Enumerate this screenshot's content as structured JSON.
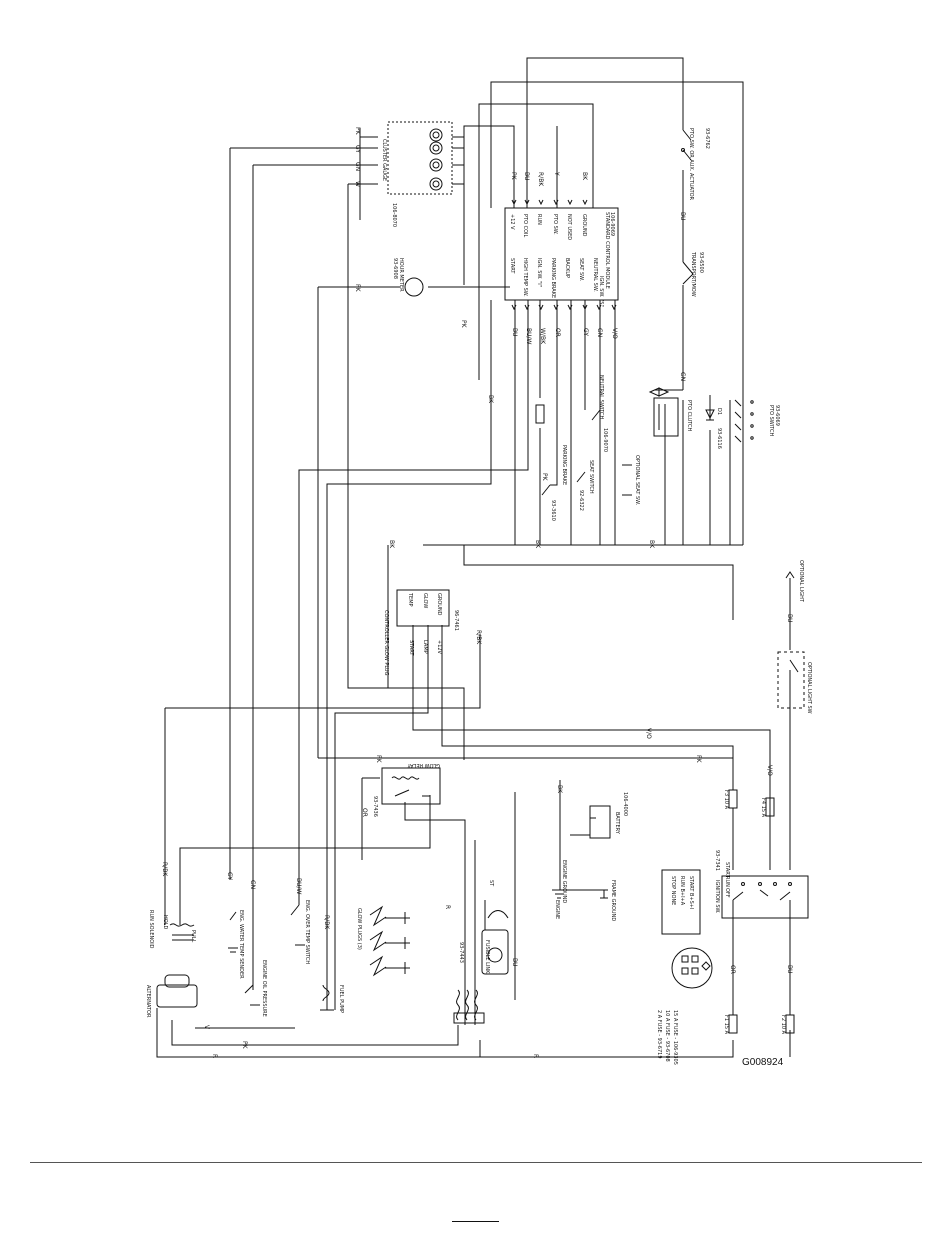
{
  "drawing": {
    "code": "G008924",
    "page_number": ""
  },
  "components": {
    "cluster_gauge": "CLUSTER GAUGE",
    "cluster_part": "106-8070",
    "hour_meter": "HOUR METER",
    "hour_meter_part": "93-6908",
    "control_module": "STANDARD CONTROL MODULE",
    "control_module_part": "106-9069",
    "module_pins_top": [
      "+12 V",
      "PTO COIL",
      "RUN",
      "PTO SW.",
      "NOT USED",
      "GROUND"
    ],
    "module_pins_bottom": [
      "START",
      "HIGH TEMP SW.",
      "IGN. SW. \"I\"",
      "PARKING BRAKE",
      "BACKUP",
      "SEAT SW.",
      "NEUTRAL SW.",
      "IGN. SW. \"S\""
    ],
    "pto_switch_upper": "PTO SW. OR AUX. ACTUATOR",
    "pto_upper_part": "93-6762",
    "transport_mow": "TRANSPORT/MOW",
    "transport_part": "93-6500",
    "pto_clutch": "PTO CLUTCH",
    "diode": "D1",
    "diode_part": "93-6116",
    "pto_switch": "PTO SWITCH",
    "pto_switch_part": "93-6069",
    "neutral_switch": "NEUTRAL SWITCH",
    "neutral_part": "106-9070",
    "parking_brake": "PARKING BRAKE",
    "parking_part": "93-3610",
    "seat_switch": "SEAT SWITCH",
    "seat_part": "92-6322",
    "optional_seat": "OPTIONAL SEAT SW.",
    "glow_controller": "CONTROLLER GLOW PLUG",
    "glow_part": "96-7461",
    "glow_pins": [
      "TEMP",
      "GLOW",
      "GROUND",
      "START",
      "LAMP",
      "+12V"
    ],
    "glow_relay": "GLOW RELAY",
    "glow_relay_part": "93-7436",
    "battery": "BATTERY",
    "battery_part": "106-4000",
    "engine_ground": "ENGINE GROUND",
    "engine": "ENGINE",
    "frame_ground": "FRAME GROUND",
    "fuse_upper_a": "F3 10 A",
    "fuse_upper_b": "F4 15 A",
    "fuse_lower_a": "F1 15 A",
    "fuse_lower_b": "F2 10 A",
    "fuse_legend": [
      "2 A FUSE - 93-6719",
      "10 A FUSE - 93-6708",
      "15 A FUSE - 106-9305"
    ],
    "ignition_switch": "IGNITION SW.",
    "ignition_part": "93-7341",
    "ignition_positions": [
      "OFF",
      "RUN",
      "START"
    ],
    "ignition_table": [
      "STOP NONE",
      "RUN B+I+A",
      "START B+S+I"
    ],
    "optional_light_sw": "OPTIONAL LIGHT SW",
    "optional_light": "OPTIONAL LIGHT",
    "fusible_link": "FUSIBLE LINK",
    "fusible_part": "93-7443",
    "starter_label": "ST",
    "run_solenoid": "RUN SOLENOID",
    "run_solenoid_sub": [
      "HOLD",
      "PULL"
    ],
    "alternator": "ALTERNATOR",
    "eng_water_temp": "ENG. WATER TEMP SENDER",
    "engine_oil_pressure": "ENGINE OIL PRESSURE",
    "eng_over_temp": "ENG. OVER TEMP SWITCH",
    "fuel_pump": "FUEL PUMP",
    "glow_plugs": "GLOW PLUGS (3)"
  },
  "wire_colors": [
    "PK",
    "GY",
    "GN",
    "W",
    "BK",
    "BU",
    "R/BK",
    "BU/W",
    "W/BK",
    "OR",
    "V/O",
    "R",
    "V",
    "Y"
  ]
}
